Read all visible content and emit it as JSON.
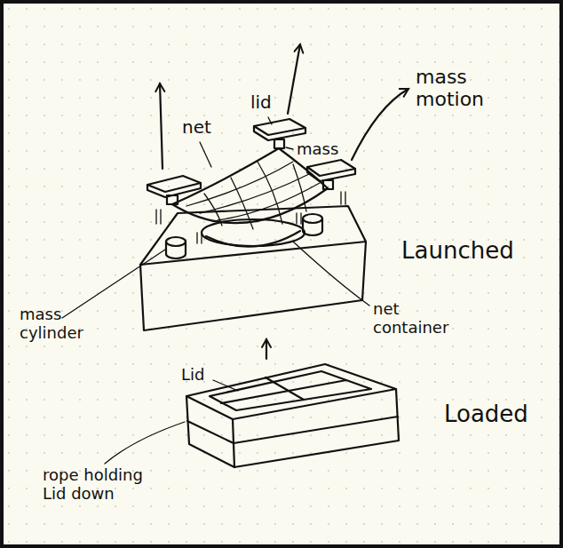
{
  "diagram": {
    "labels": [
      "net",
      "lid",
      "mass",
      "mass motion",
      "Launched",
      "mass cylinder",
      "net container",
      "Lid",
      "Loaded",
      "rope holding Lid down"
    ]
  }
}
